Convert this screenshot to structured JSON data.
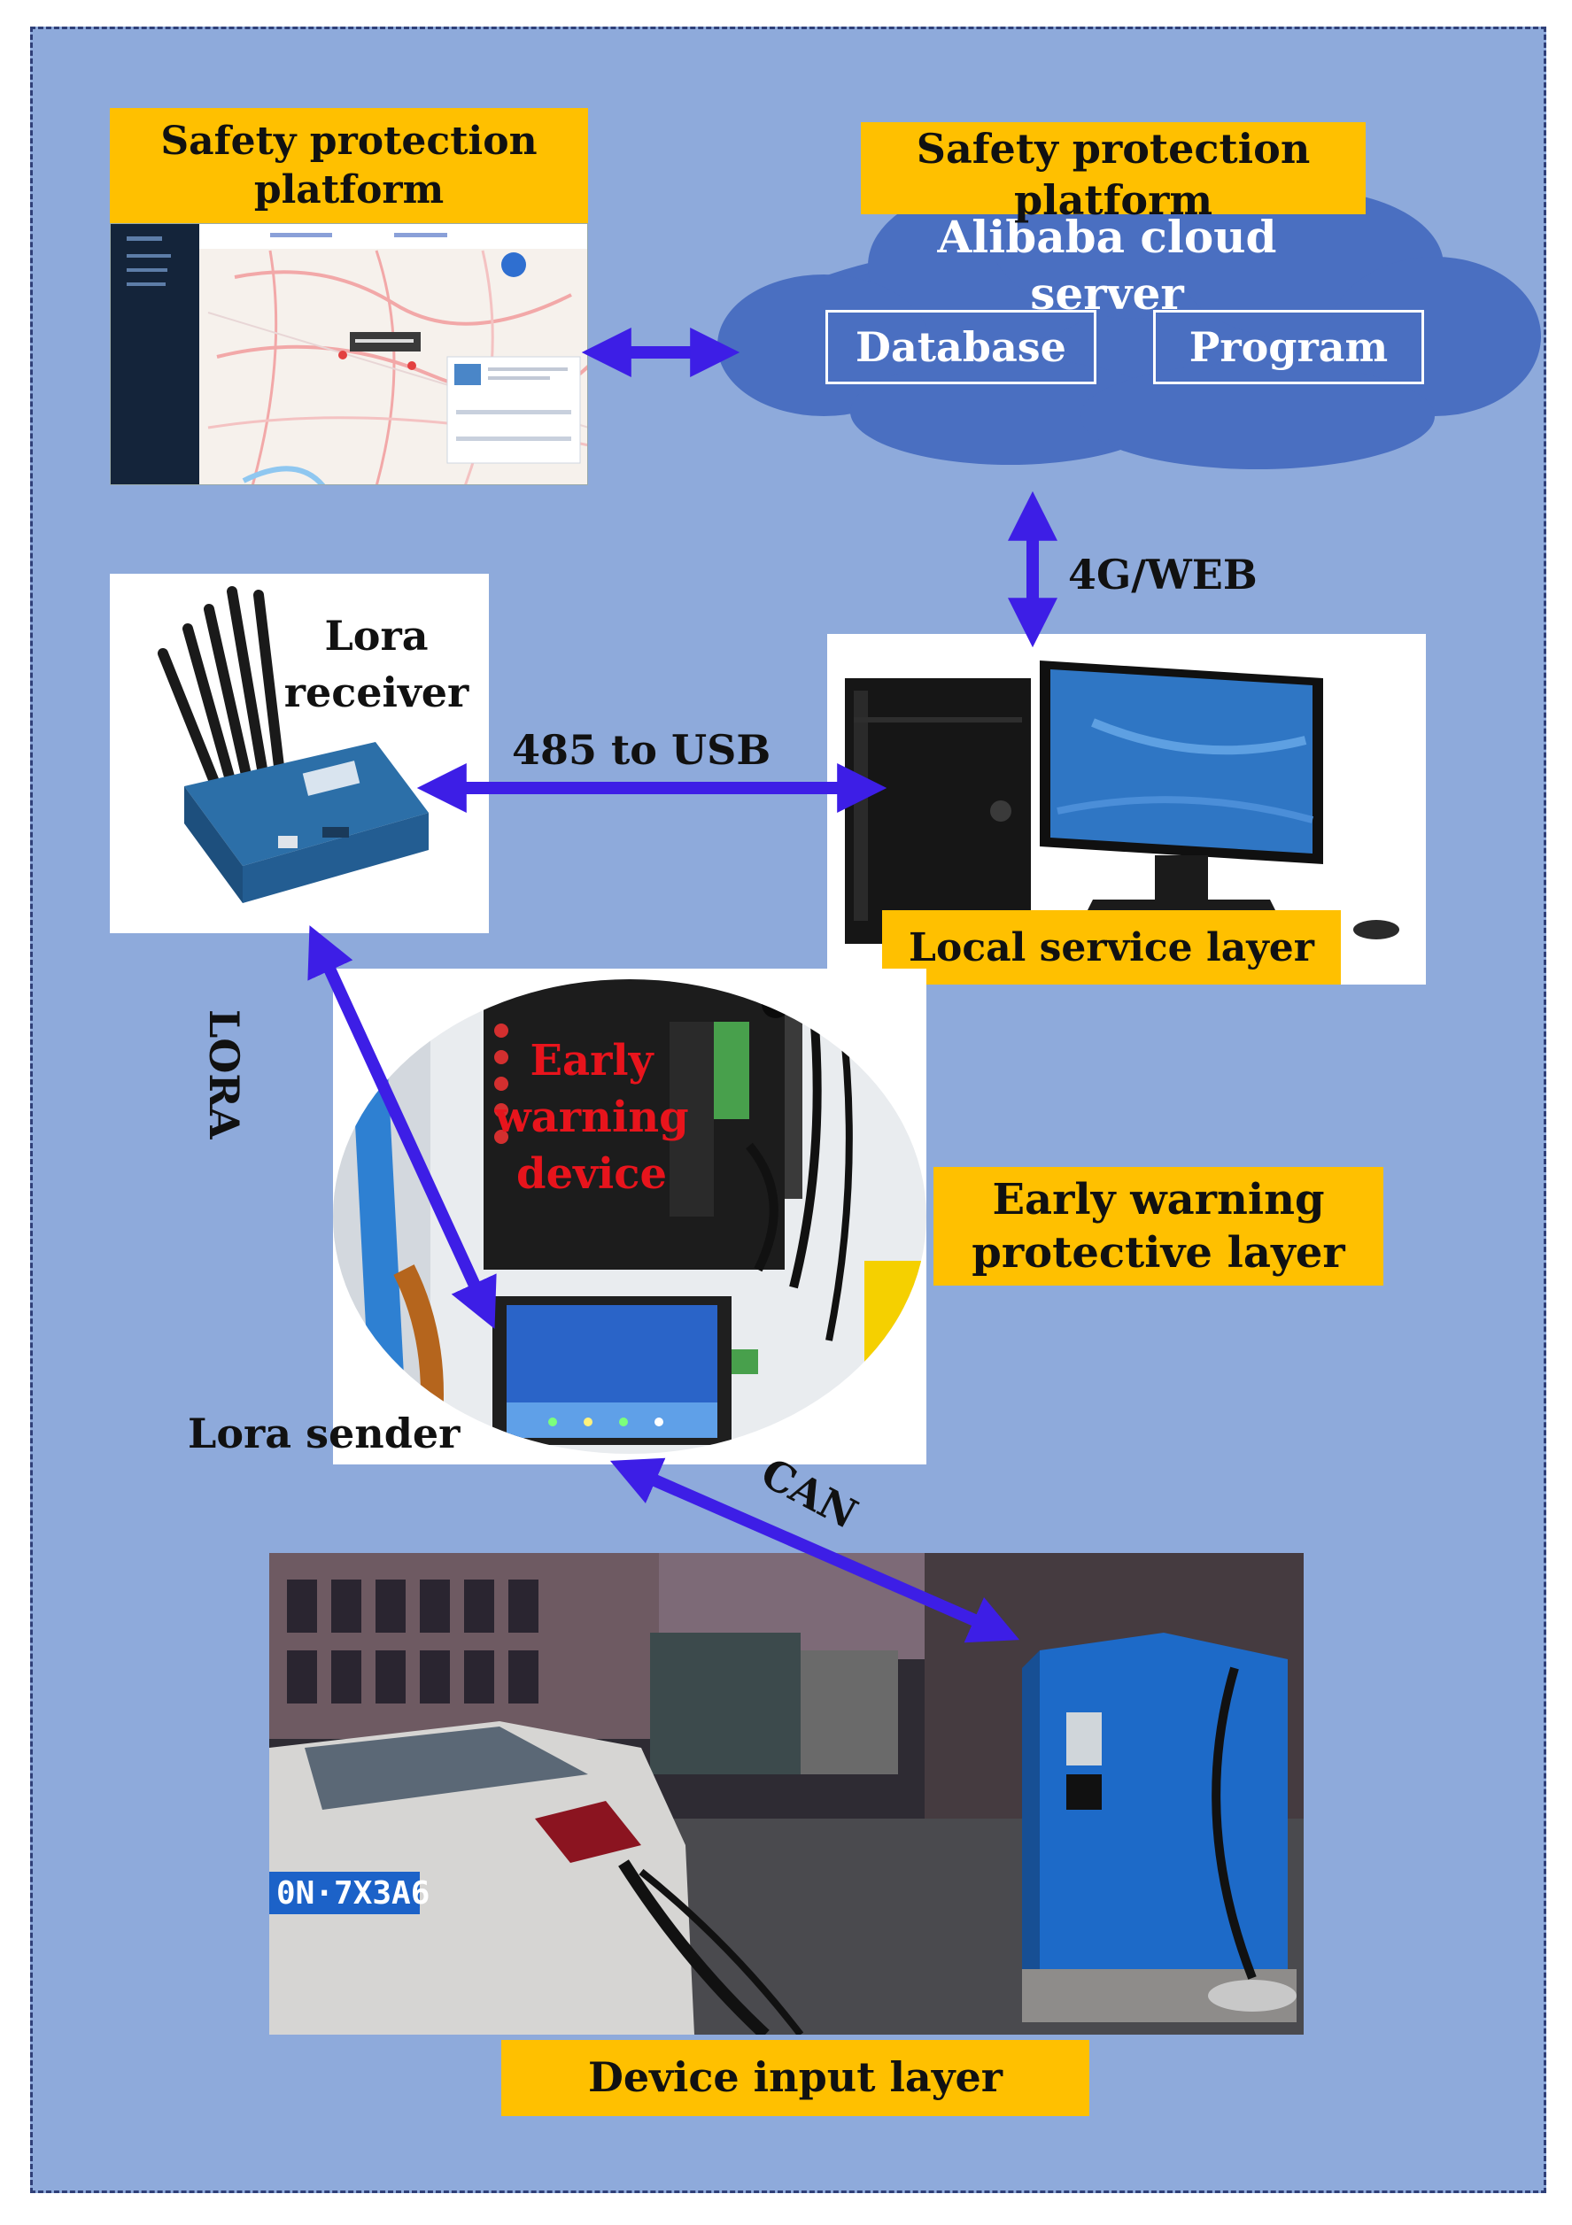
{
  "labels": {
    "platform_left": "Safety protection platform",
    "platform_right": "Safety protection platform",
    "cloud_title": "Alibaba cloud server",
    "database": "Database",
    "program": "Program",
    "link_4g": "4G/WEB",
    "lora_receiver": "Lora receiver",
    "link_485": "485 to USB",
    "local_service": "Local service layer",
    "link_lora": "LORA",
    "early_warning_device": "Early warning device",
    "early_warning_layer": "Early warning protective layer",
    "lora_sender": "Lora sender",
    "link_can": "CAN",
    "device_input": "Device input layer"
  },
  "photo_text": {
    "license_plate": "0N·7X3A6"
  },
  "colors": {
    "background": "#8eaadb",
    "label_fill": "#ffc000",
    "arrow": "#3d1ee6",
    "cloud": "#4a6fc1",
    "warning_text": "#e8141c"
  },
  "icons": {
    "platform_screenshot": "map-dashboard",
    "router": "lora-router",
    "computer": "desktop-pc",
    "device": "control-cabinet",
    "charging_scene": "ev-charging-photo"
  }
}
